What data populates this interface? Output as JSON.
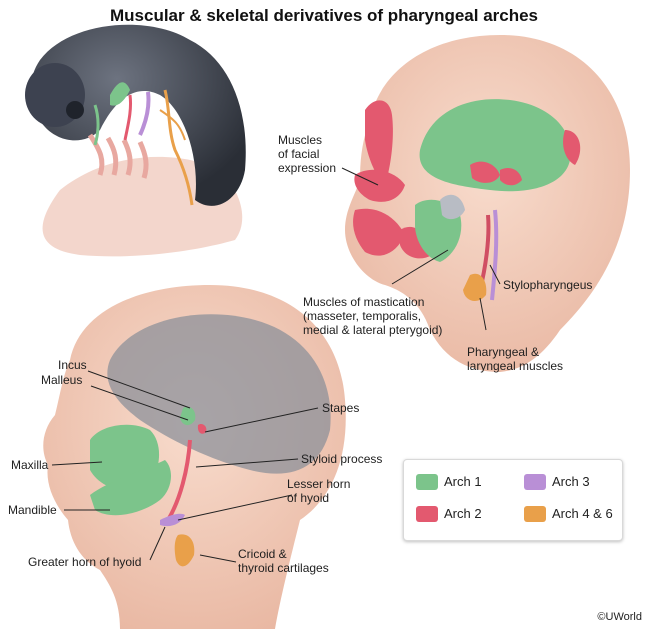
{
  "title": "Muscular & skeletal derivatives of pharyngeal arches",
  "labels": {
    "facial_expression": [
      "Muscles",
      "of facial",
      "expression"
    ],
    "mastication": [
      "Muscles of mastication",
      "(masseter, temporalis,",
      "medial & lateral pterygoid)"
    ],
    "stylopharyngeus": "Stylopharyngeus",
    "pharyngeal_laryngeal": [
      "Pharyngeal &",
      "laryngeal muscles"
    ],
    "incus": "Incus",
    "malleus": "Malleus",
    "stapes": "Stapes",
    "maxilla": "Maxilla",
    "styloid": "Styloid process",
    "lesser_horn": [
      "Lesser horn",
      "of hyoid"
    ],
    "mandible": "Mandible",
    "greater_horn": "Greater horn of hyoid",
    "cricoid": [
      "Cricoid &",
      "thyroid cartilages"
    ]
  },
  "legend": [
    {
      "label": "Arch 1",
      "color": "#7cc48b"
    },
    {
      "label": "Arch 3",
      "color": "#b98fd6"
    },
    {
      "label": "Arch 2",
      "color": "#e3596f"
    },
    {
      "label": "Arch 4 & 6",
      "color": "#e9a04a"
    }
  ],
  "copyright": "©UWorld"
}
